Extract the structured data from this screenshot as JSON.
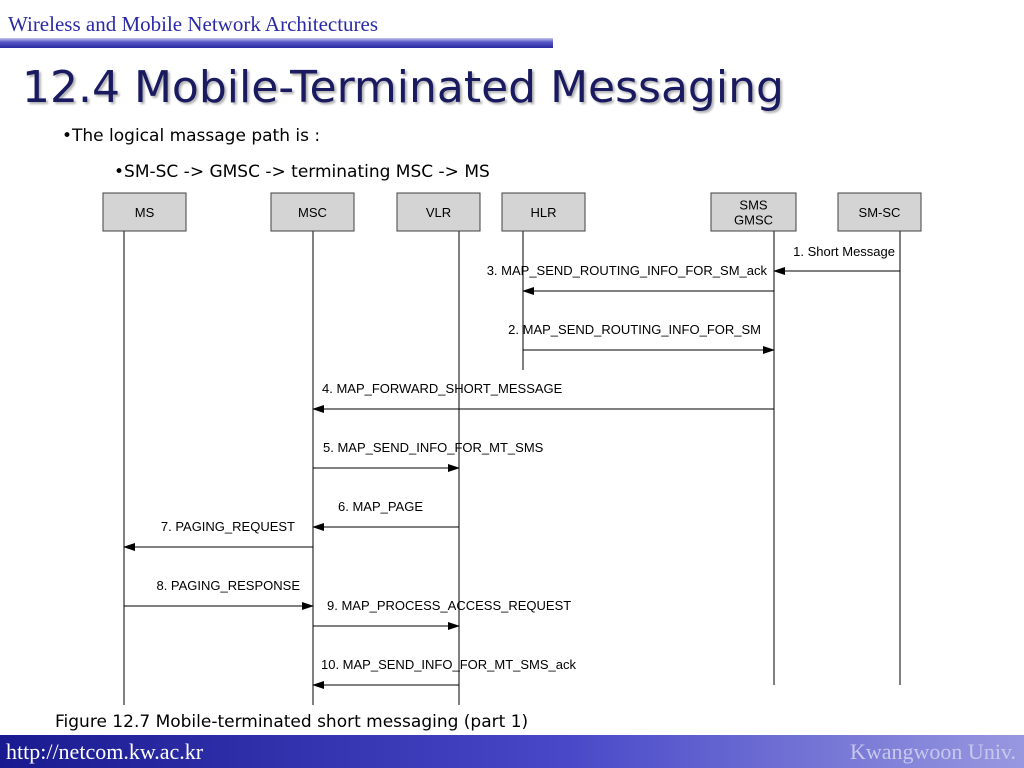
{
  "header": {
    "title": "Wireless and Mobile Network Architectures"
  },
  "slide": {
    "title": "12.4 Mobile-Terminated Messaging",
    "bullet_1": "•The logical massage path is :",
    "bullet_2": "•SM-SC -> GMSC -> terminating MSC -> MS",
    "caption": "Figure 12.7 Mobile-terminated short messaging (part 1)"
  },
  "footer": {
    "url": "http://netcom.kw.ac.kr",
    "university": "Kwangwoon Univ."
  },
  "diagram": {
    "entities": [
      {
        "id": "ms",
        "lines": [
          "MS"
        ]
      },
      {
        "id": "msc",
        "lines": [
          "MSC"
        ]
      },
      {
        "id": "vlr",
        "lines": [
          "VLR"
        ]
      },
      {
        "id": "hlr",
        "lines": [
          "HLR"
        ]
      },
      {
        "id": "gmsc",
        "lines": [
          "SMS",
          "GMSC"
        ]
      },
      {
        "id": "smsc",
        "lines": [
          "SM-SC"
        ]
      }
    ],
    "messages": [
      {
        "from": "smsc",
        "to": "gmsc",
        "label": "1. Short Message"
      },
      {
        "from": "gmsc",
        "to": "hlr",
        "label": "3. MAP_SEND_ROUTING_INFO_FOR_SM_ack"
      },
      {
        "from": "hlr",
        "to": "gmsc",
        "label": "2. MAP_SEND_ROUTING_INFO_FOR_SM"
      },
      {
        "from": "gmsc",
        "to": "msc",
        "label": "4. MAP_FORWARD_SHORT_MESSAGE"
      },
      {
        "from": "msc",
        "to": "vlr",
        "label": "5. MAP_SEND_INFO_FOR_MT_SMS"
      },
      {
        "from": "vlr",
        "to": "msc",
        "label": "6. MAP_PAGE"
      },
      {
        "from": "msc",
        "to": "ms",
        "label": "7. PAGING_REQUEST"
      },
      {
        "from": "ms",
        "to": "msc",
        "label": "8. PAGING_RESPONSE"
      },
      {
        "from": "msc",
        "to": "vlr",
        "label": "9. MAP_PROCESS_ACCESS_REQUEST"
      },
      {
        "from": "vlr",
        "to": "msc",
        "label": "10. MAP_SEND_INFO_FOR_MT_SMS_ack"
      }
    ]
  }
}
